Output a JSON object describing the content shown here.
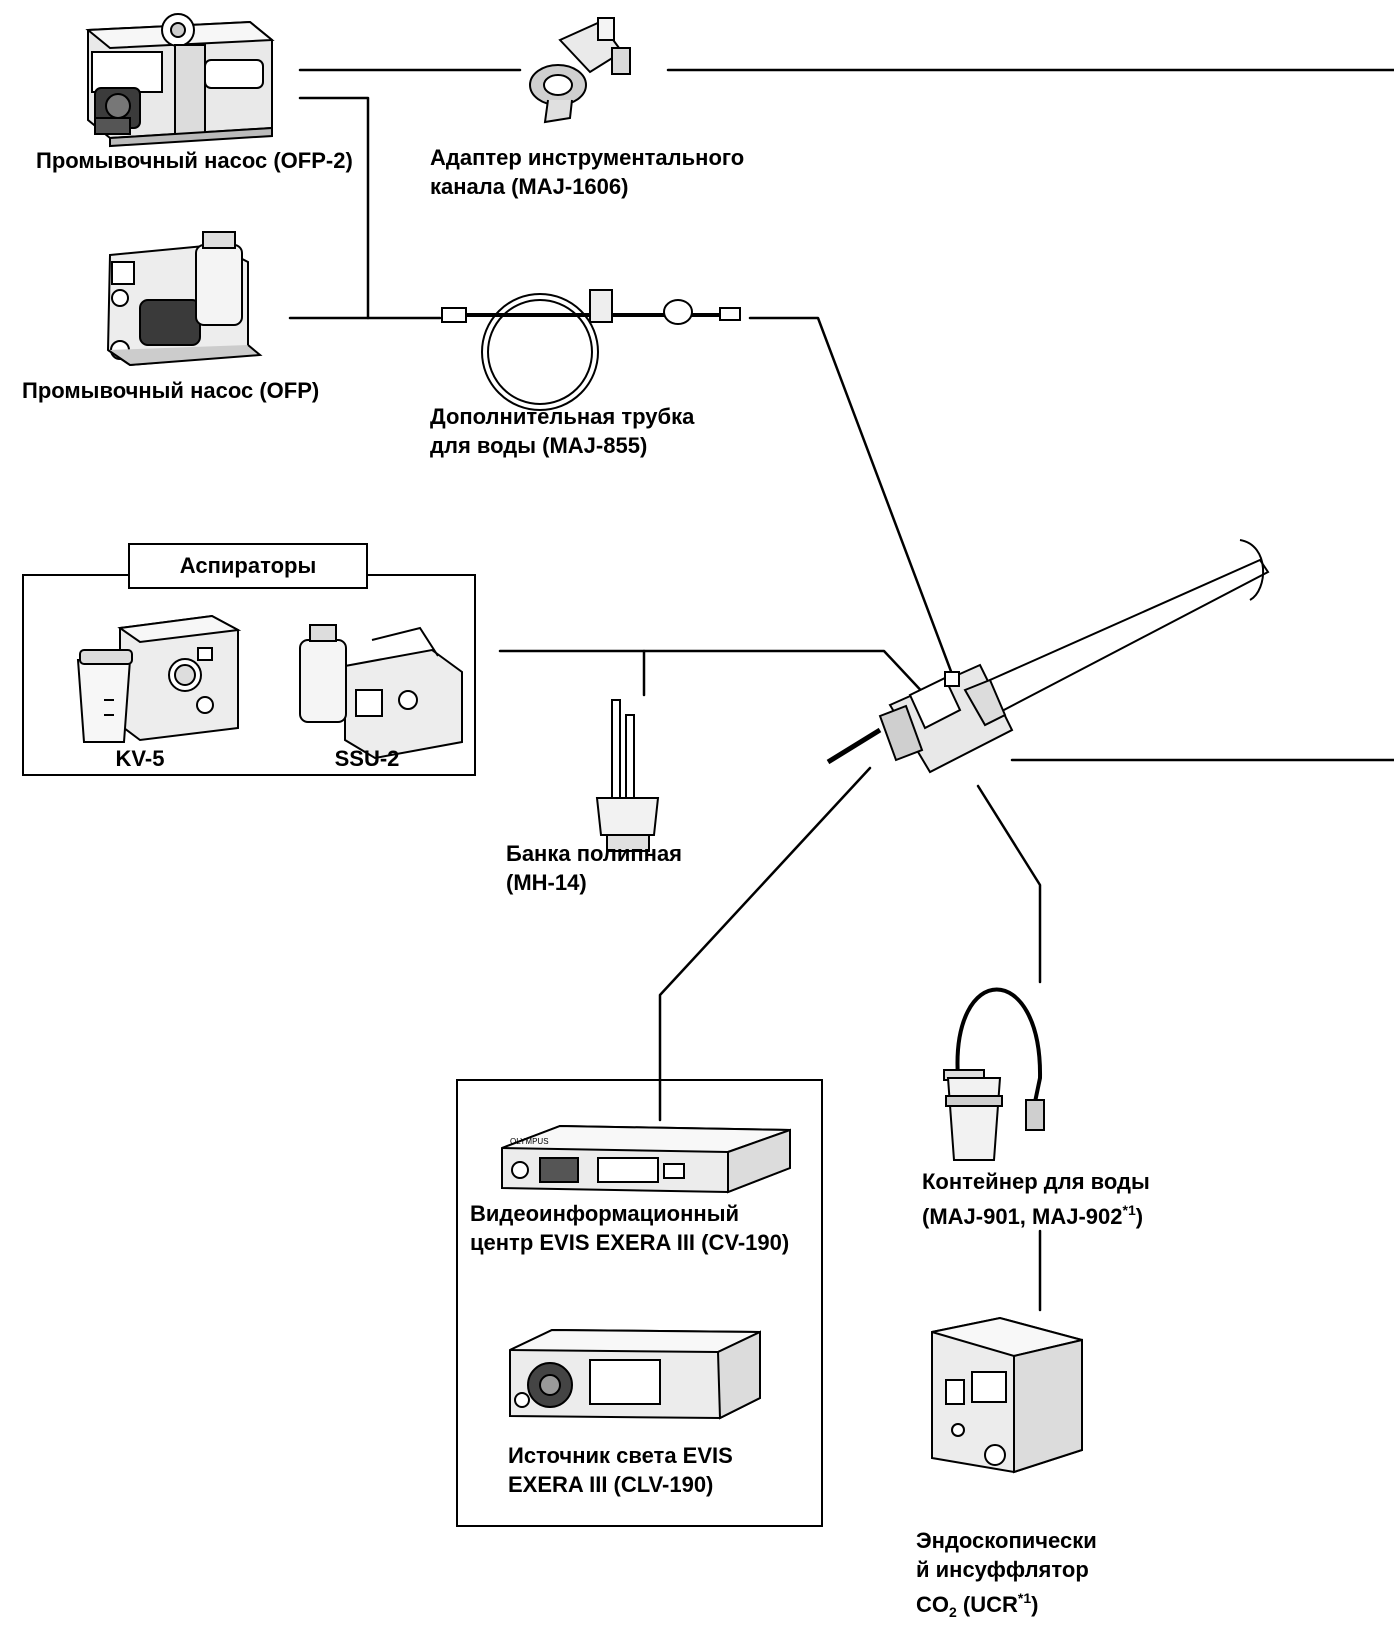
{
  "labels": {
    "ofp2": "Промывочный насос (OFP-2)",
    "maj1606_l1": "Адаптер инструментального",
    "maj1606_l2": "канала (MAJ-1606)",
    "ofp": "Промывочный насос (OFP)",
    "maj855_l1": "Дополнительная трубка",
    "maj855_l2": "для воды (MAJ-855)",
    "aspirators_title": "Аспираторы",
    "kv5": "KV-5",
    "ssu2": "SSU-2",
    "mh14_l1": "Банка полипная",
    "mh14_l2": "(MH-14)",
    "cv190_l1": "Видеоинформационный",
    "cv190_l2": "центр EVIS EXERA III (CV-190)",
    "clv190_l1": "Источник света EVIS",
    "clv190_l2": "EXERA III (CLV-190)",
    "water_l1": "Контейнер для воды",
    "water_l2_a": "(MAJ-901, MAJ-902",
    "water_l2_sup": "*1",
    "water_l2_b": ")",
    "ucr_l1": "Эндоскопически",
    "ucr_l2": "й инсуффлятор",
    "ucr_l3_a": "CO",
    "ucr_l3_sub": "2",
    "ucr_l3_b": " (UCR",
    "ucr_l3_sup": "*1",
    "ucr_l3_c": ")"
  },
  "devices_text": {
    "olympus_brand": "OLYMPUS"
  }
}
